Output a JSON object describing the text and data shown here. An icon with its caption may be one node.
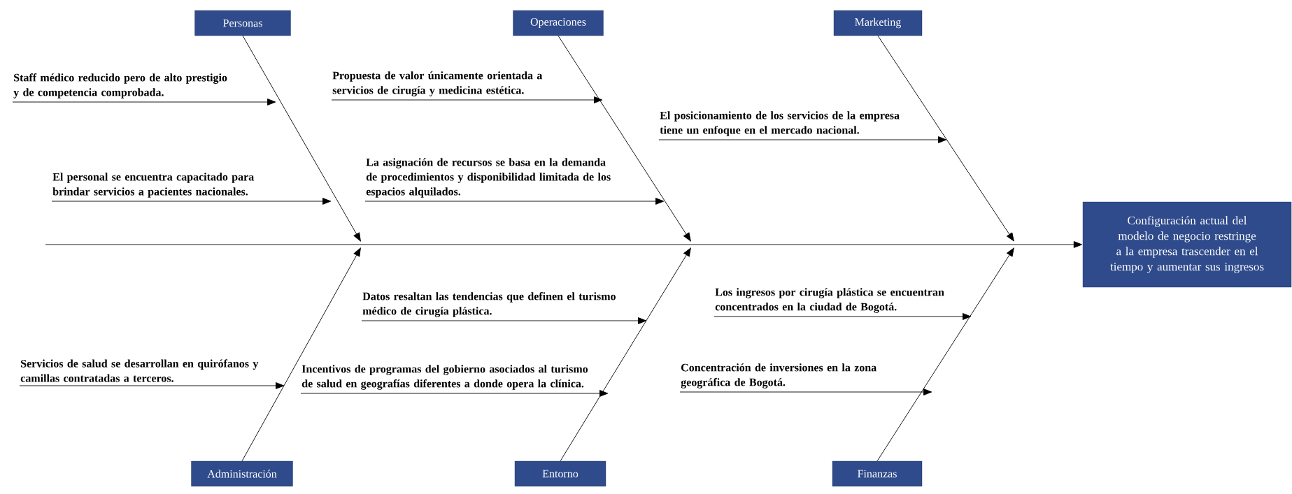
{
  "diagram": {
    "nodes": [
      {
        "text": [
          "Personas"
        ]
      },
      {
        "text": [
          "Operaciones"
        ]
      },
      {
        "text": [
          "Marketing"
        ]
      },
      {
        "text": [
          "Administración"
        ]
      },
      {
        "text": [
          "Entorno"
        ]
      },
      {
        "text": [
          "Finanzas"
        ]
      },
      {
        "text": [
          "Configuración actual del modelo de negocio restringe a la empresa trascender en el tiempo y aumentar sus ingresos"
        ]
      },
      {
        "text": [
          "Staff médico reducido pero de alto prestigio y de competencia comprobada."
        ]
      },
      {
        "text": [
          "El personal se encuentra capacitado para brindar servicios a pacientes nacionales."
        ]
      },
      {
        "text": [
          "Propuesta de valor únicamente orientada a servicios de cirugía y medicina estética."
        ]
      },
      {
        "text": [
          "La asignación de recursos se basa en la demanda de procedimientos y disponibilidad limitada de los espacios alquilados."
        ]
      },
      {
        "text": [
          "El posicionamiento de los servicios de la empresa tiene un enfoque en el mercado nacional."
        ]
      },
      {
        "text": [
          "Servicios de salud se desarrollan en quirófanos y camillas contratadas a terceros."
        ]
      },
      {
        "text": [
          "Datos resaltan las tendencias que definen el turismo médico de cirugía plástica."
        ]
      },
      {
        "text": [
          "Incentivos de programas del gobierno asociados al turismo de salud en geografías diferentes a donde opera la clínica."
        ]
      },
      {
        "text": [
          "Los ingresos por cirugía plástica se encuentran concentrados en la ciudad de Bogotá."
        ]
      },
      {
        "text": [
          "Concentración de inversiones en la zona geográfica de Bogotá."
        ]
      }
    ],
    "edges": [
      {
        "from": 0,
        "to": null,
        "arrow": "to"
      },
      {
        "from": 1,
        "to": null,
        "arrow": "to"
      },
      {
        "from": 2,
        "to": null,
        "arrow": "to"
      },
      {
        "from": 3,
        "to": null,
        "arrow": "to"
      },
      {
        "from": 4,
        "to": null,
        "arrow": "to"
      },
      {
        "from": 5,
        "to": null,
        "arrow": "to"
      },
      {
        "from": null,
        "to": 6,
        "arrow": "to"
      },
      {
        "from": 7,
        "to": null,
        "arrow": "to"
      },
      {
        "from": 8,
        "to": null,
        "arrow": "to"
      },
      {
        "from": 9,
        "to": null,
        "arrow": "to"
      },
      {
        "from": 10,
        "to": null,
        "arrow": "to"
      },
      {
        "from": 11,
        "to": null,
        "arrow": "to"
      },
      {
        "from": 12,
        "to": null,
        "arrow": "to"
      },
      {
        "from": 13,
        "to": null,
        "arrow": "to"
      },
      {
        "from": 14,
        "to": null,
        "arrow": "to"
      },
      {
        "from": 15,
        "to": null,
        "arrow": "to"
      },
      {
        "from": 16,
        "to": null,
        "arrow": "to"
      }
    ]
  }
}
